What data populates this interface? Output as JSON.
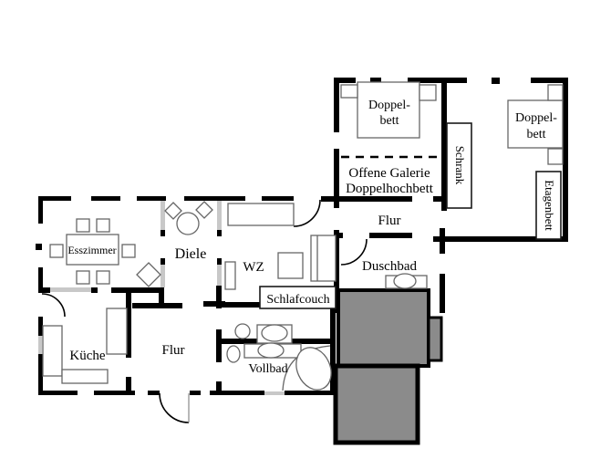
{
  "figure": {
    "type": "floor-plan",
    "background": "#ffffff"
  },
  "colors": {
    "wall": "#000000",
    "window": "#c8c8c8",
    "terrace_fill": "#8b8b8b",
    "furniture_stroke": "#666666",
    "text": "#000000"
  },
  "labels": {
    "dining": "Esszimmer",
    "entry_hall": "Diele",
    "kitchen": "Küche",
    "hall_lower": "Flur",
    "full_bath": "Vollbad",
    "living": "WZ",
    "sleep_couch": "Schlafcouch",
    "hall_upper": "Flur",
    "shower_bath": "Duschbad",
    "gallery_line1": "Offene Galerie",
    "gallery_line2": "Doppelhochbett",
    "bedroom_left_line1": "Doppel-",
    "bedroom_left_line2": "bett",
    "bedroom_right_line1": "Doppel-",
    "bedroom_right_line2": "bett",
    "wardrobe": "Schrank",
    "bunk_bed": "Etagenbett"
  }
}
